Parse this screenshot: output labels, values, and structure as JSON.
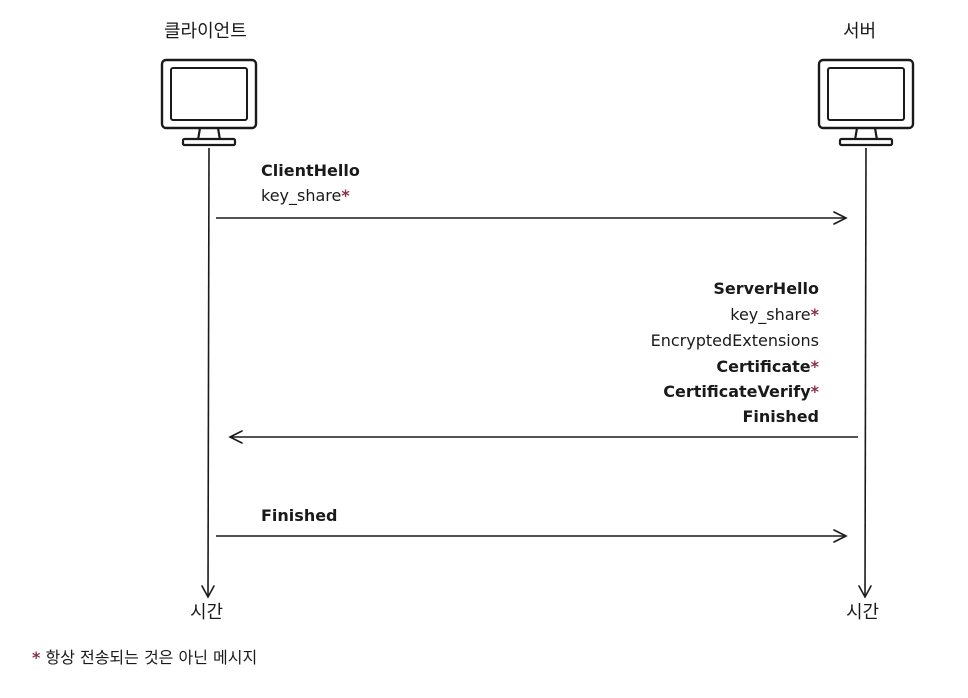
{
  "participants": {
    "client": {
      "name": "클라이언트",
      "time_label": "시간"
    },
    "server": {
      "name": "서버",
      "time_label": "시간"
    }
  },
  "messages": {
    "client_hello": {
      "lines": [
        "ClientHello",
        "key_share"
      ],
      "optional_mark": "*"
    },
    "server_hello": {
      "lines": [
        "ServerHello",
        "key_share",
        "EncryptedExtensions",
        "Certificate",
        "CertificateVerify",
        "Finished"
      ],
      "optional_mark": "*"
    },
    "client_finished": {
      "lines": [
        "Finished"
      ]
    }
  },
  "legend": {
    "mark": "*",
    "text": "항상 전송되는 것은 아닌 메시지"
  },
  "colors": {
    "ink": "#1a1a1a",
    "accent": "#8c2f45",
    "background": "#ffffff"
  },
  "icons": {
    "client": "monitor-icon",
    "server": "monitor-icon"
  }
}
